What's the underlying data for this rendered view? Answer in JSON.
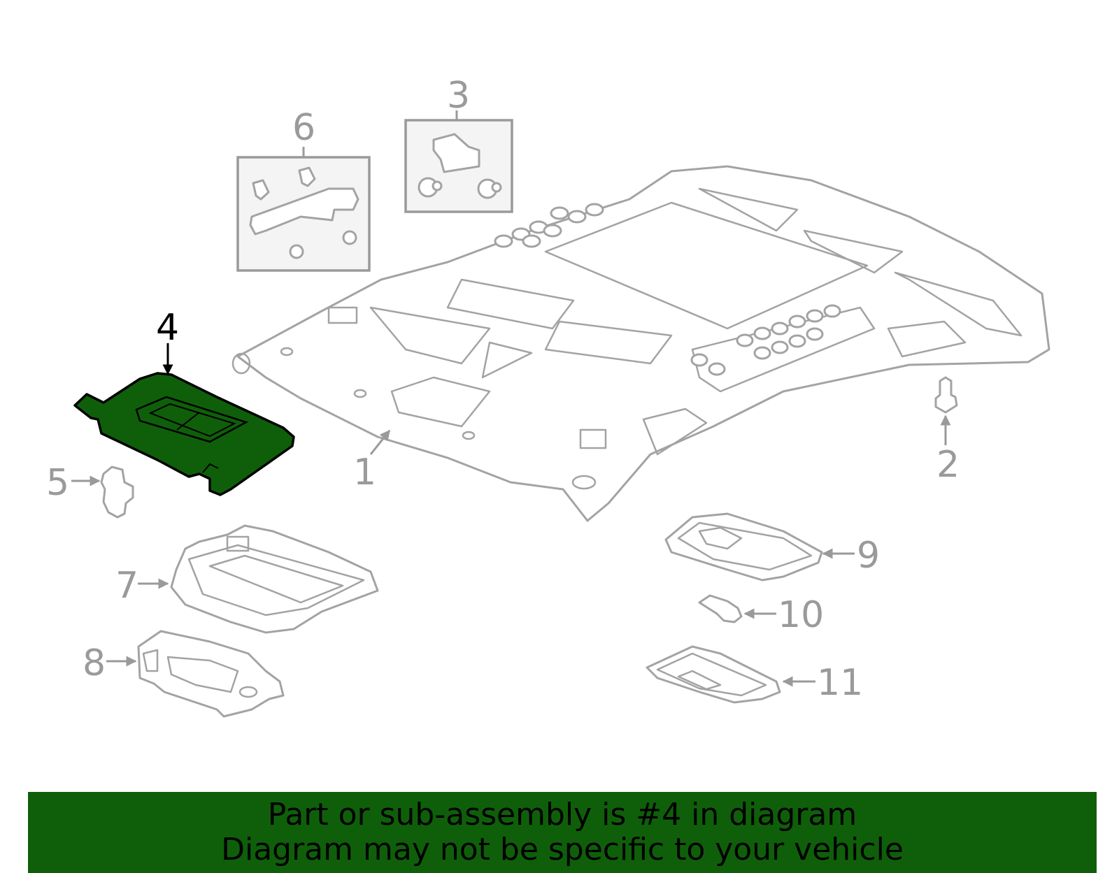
{
  "banner": {
    "line1": "Part or sub-assembly is #4 in diagram",
    "line2": "Diagram may not be specific to your vehicle",
    "background_color": "#0f5f0a"
  },
  "diagram": {
    "highlight_color": "#0f5f0a",
    "outline_color": "#a3a3a3",
    "highlighted_part": "4",
    "callouts": [
      {
        "id": "1",
        "label": "1"
      },
      {
        "id": "2",
        "label": "2"
      },
      {
        "id": "3",
        "label": "3"
      },
      {
        "id": "4",
        "label": "4"
      },
      {
        "id": "5",
        "label": "5"
      },
      {
        "id": "6",
        "label": "6"
      },
      {
        "id": "7",
        "label": "7"
      },
      {
        "id": "8",
        "label": "8"
      },
      {
        "id": "9",
        "label": "9"
      },
      {
        "id": "10",
        "label": "10"
      },
      {
        "id": "11",
        "label": "11"
      }
    ]
  }
}
